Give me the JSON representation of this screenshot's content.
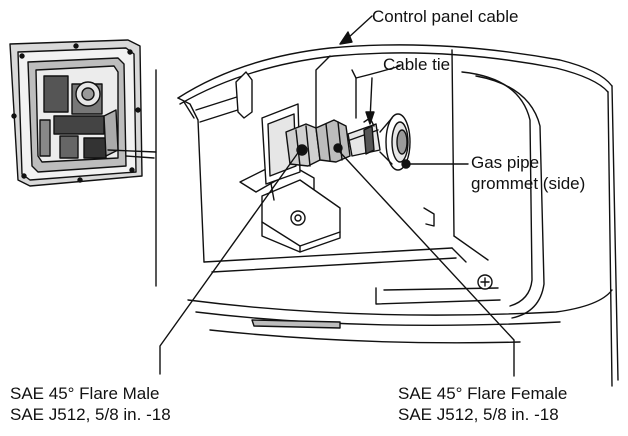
{
  "labels": {
    "control_panel_cable": "Control panel cable",
    "cable_tie": "Cable tie",
    "gas_pipe_line1": "Gas pipe",
    "gas_pipe_line2": "grommet (side)",
    "flare_male_line1": "SAE 45° Flare Male",
    "flare_male_line2": "SAE J512, 5/8 in. -18",
    "flare_female_line1": "SAE 45° Flare Female",
    "flare_female_line2": "SAE J512, 5/8 in. -18"
  },
  "colors": {
    "line": "#111111",
    "fill_light": "#ffffff",
    "fill_mid": "#9a9a9a",
    "fill_dark": "#333333"
  }
}
